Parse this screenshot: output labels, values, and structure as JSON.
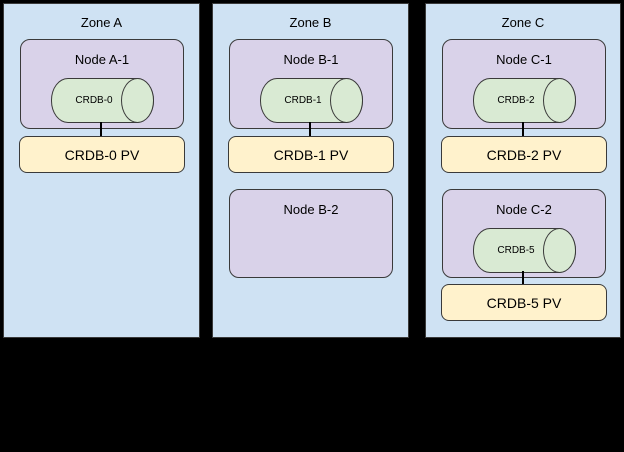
{
  "diagram": {
    "background": "#000000",
    "colors": {
      "zone-fill": "#cfe2f3",
      "node-fill": "#d9d2e9",
      "pod-fill": "#d9ead3",
      "pv-fill": "#fff2cc",
      "stroke": "#3a3a3a",
      "connector": "#000000",
      "text": "#000000"
    },
    "zones": [
      {
        "title": "Zone A",
        "nodes": [
          {
            "title": "Node A-1",
            "pod": "CRDB-0",
            "pv": "CRDB-0 PV"
          }
        ]
      },
      {
        "title": "Zone B",
        "nodes": [
          {
            "title": "Node B-1",
            "pod": "CRDB-1",
            "pv": "CRDB-1 PV"
          },
          {
            "title": "Node B-2"
          }
        ]
      },
      {
        "title": "Zone C",
        "nodes": [
          {
            "title": "Node C-1",
            "pod": "CRDB-2",
            "pv": "CRDB-2 PV"
          },
          {
            "title": "Node C-2",
            "pod": "CRDB-5",
            "pv": "CRDB-5 PV"
          }
        ]
      }
    ]
  }
}
